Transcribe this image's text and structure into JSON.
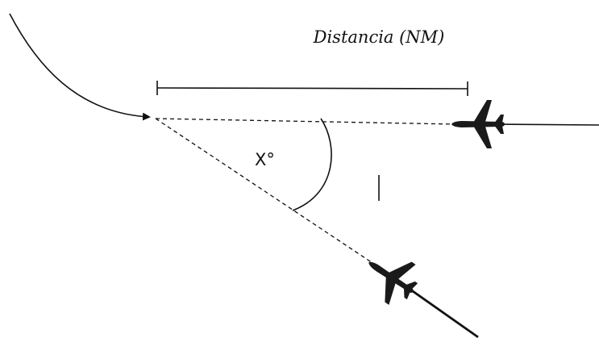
{
  "diagram": {
    "distance_label": "Distancia (NM)",
    "angle_label": "X°",
    "colors": {
      "line": "#111111",
      "aircraft": "#1a1a1a",
      "background": "#ffffff"
    },
    "icons": [
      "curved-approach-arrow",
      "aircraft-icon"
    ]
  }
}
